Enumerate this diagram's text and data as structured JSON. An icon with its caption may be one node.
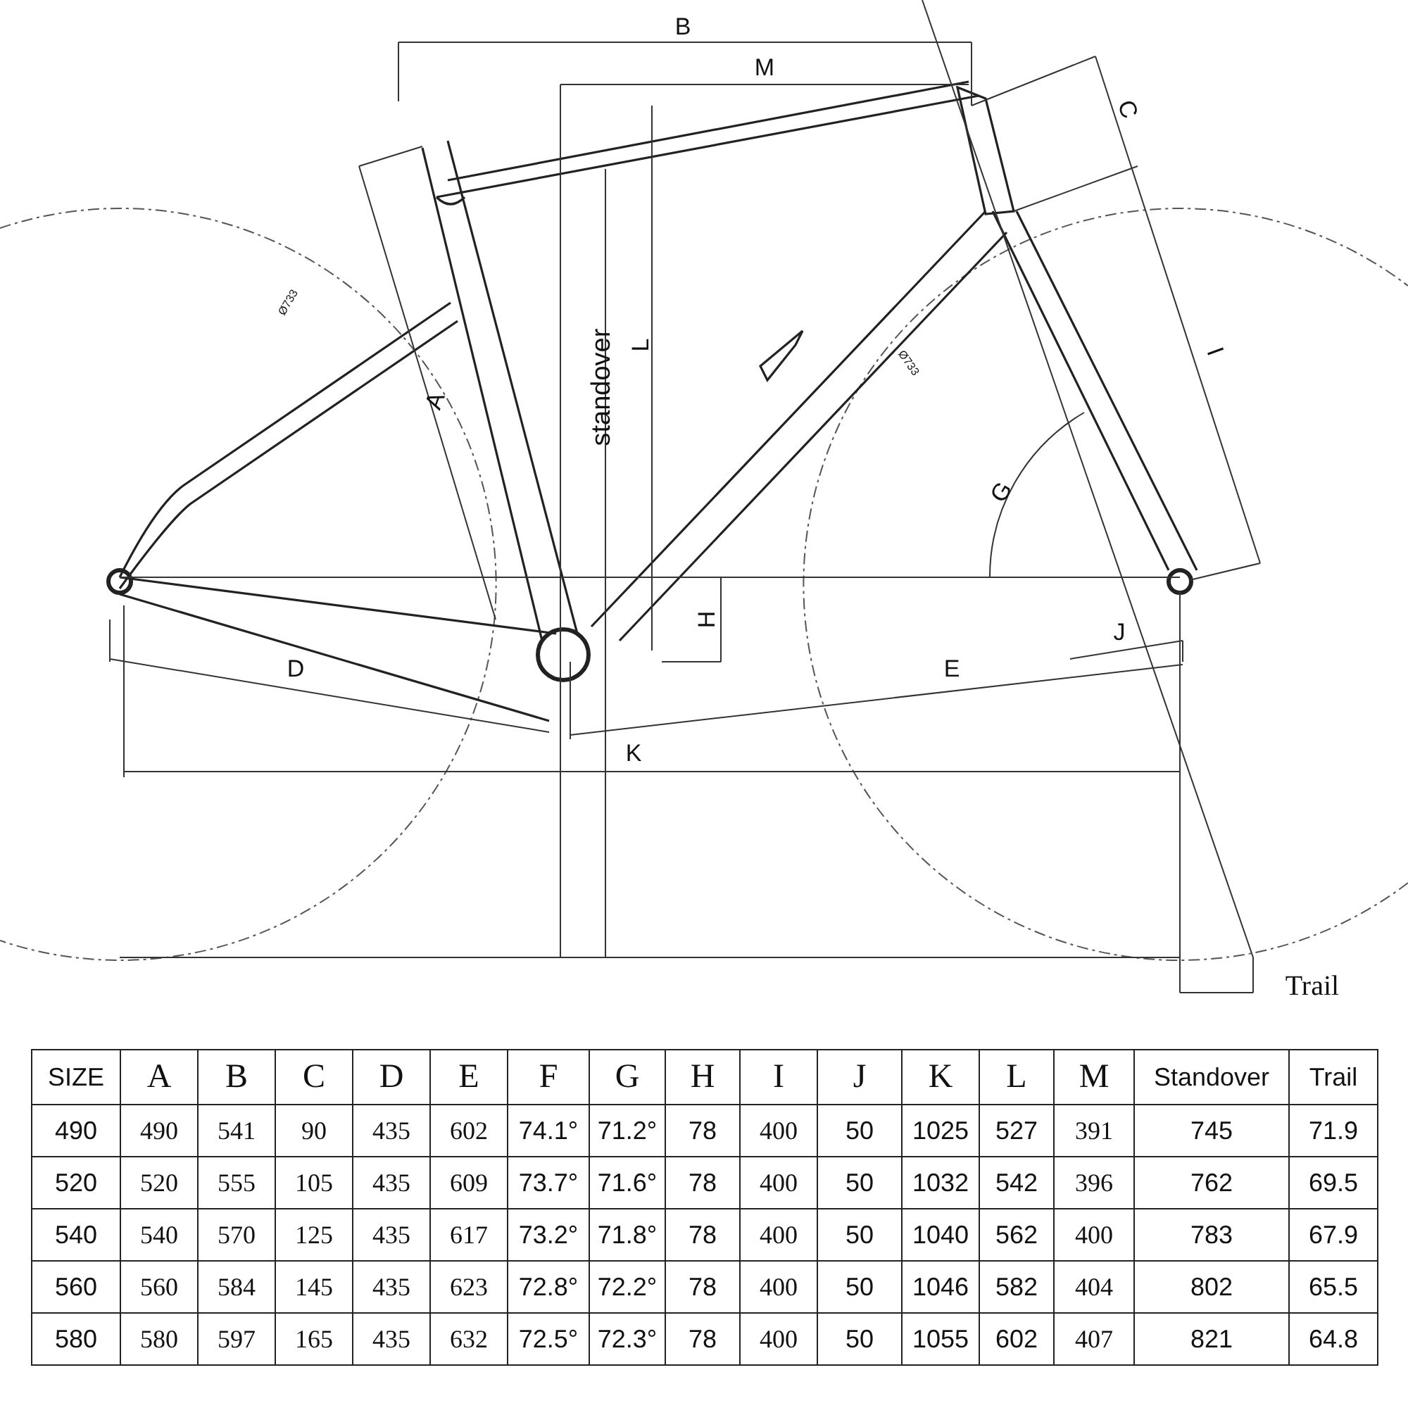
{
  "diagram": {
    "labels": [
      "B",
      "M",
      "C",
      "L",
      "standover",
      "A",
      "Ø733",
      "Ø733",
      "I",
      "G",
      "H",
      "J",
      "D",
      "E",
      "K",
      "Trail",
      "SIZE",
      "A",
      "B",
      "C",
      "D",
      "E",
      "F",
      "G",
      "H",
      "I",
      "J",
      "K",
      "L",
      "M",
      "Standover",
      "Trail",
      "490",
      "490",
      "541",
      "90",
      "435",
      "602",
      "74.1°",
      "71.2°",
      "78",
      "400",
      "50",
      "1025",
      "527",
      "391",
      "745",
      "71.9",
      "520",
      "520",
      "555",
      "105",
      "435",
      "609",
      "73.7°",
      "71.6°",
      "78",
      "400",
      "50",
      "1032",
      "542",
      "396",
      "762",
      "69.5",
      "540",
      "540",
      "570",
      "125",
      "435",
      "617",
      "73.2°",
      "71.8°",
      "78",
      "400",
      "50",
      "1040",
      "562",
      "400",
      "783",
      "67.9",
      "560",
      "560",
      "584",
      "145",
      "435",
      "623",
      "72.8°",
      "72.2°",
      "78",
      "400",
      "50",
      "1046",
      "582",
      "404",
      "802",
      "65.5",
      "580",
      "580",
      "597",
      "165",
      "435",
      "632",
      "72.5°",
      "72.3°",
      "78",
      "400",
      "50",
      "1055",
      "602",
      "407",
      "821",
      "64.8"
    ]
  }
}
